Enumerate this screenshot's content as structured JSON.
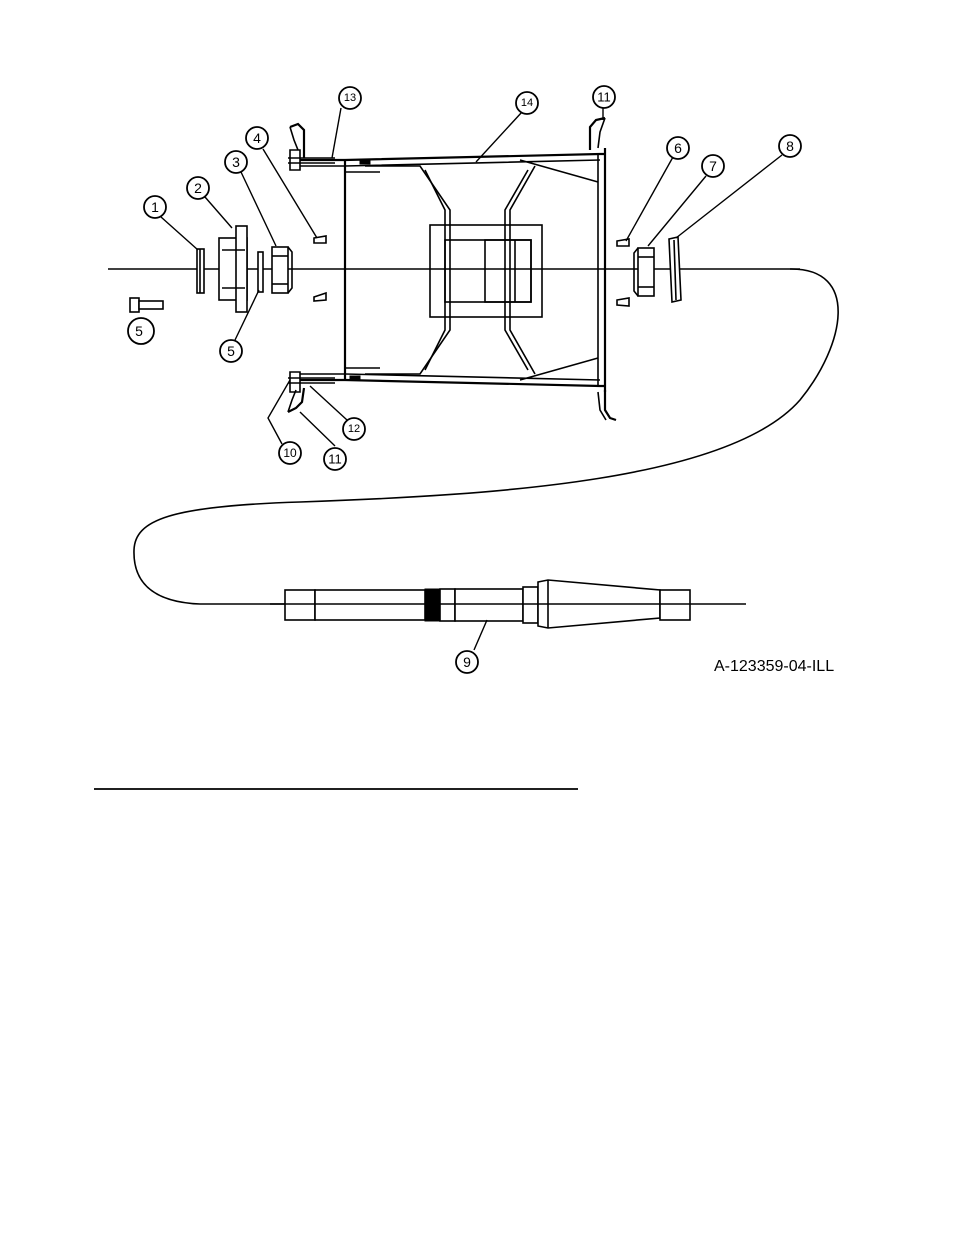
{
  "figure": {
    "illustration_id": "A-123359-04-ILL",
    "callouts": {
      "c1": "1",
      "c2": "2",
      "c3": "3",
      "c4": "4",
      "c5a": "5",
      "c5b": "5",
      "c6": "6",
      "c7": "7",
      "c8": "8",
      "c9": "9",
      "c10": "10",
      "c11a": "11",
      "c11b": "11",
      "c12": "12",
      "c13": "13",
      "c14": "14"
    }
  }
}
